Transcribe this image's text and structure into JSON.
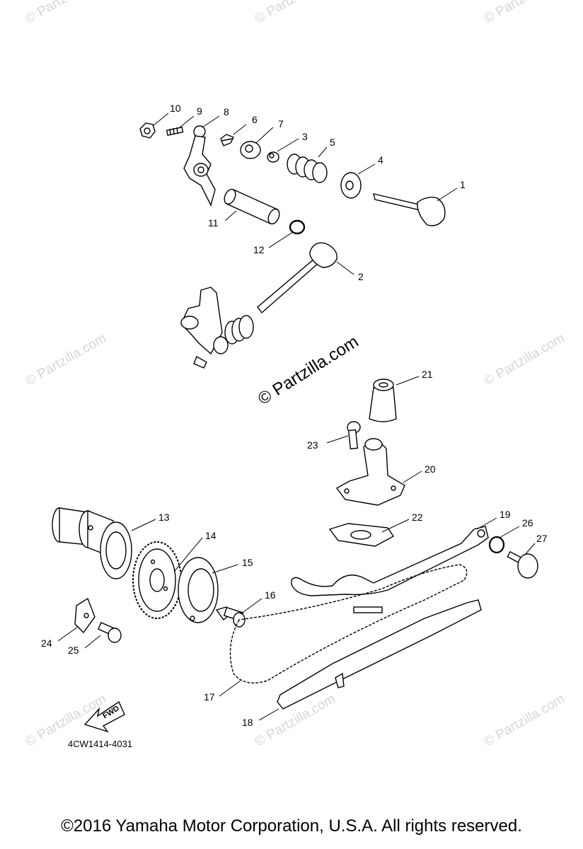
{
  "watermarks": {
    "brand": "© Partzilla.com",
    "center": "© Partzilla.com"
  },
  "callouts": [
    "1",
    "2",
    "3",
    "4",
    "5",
    "6",
    "7",
    "8",
    "9",
    "10",
    "11",
    "12",
    "13",
    "14",
    "15",
    "16",
    "17",
    "18",
    "19",
    "20",
    "21",
    "22",
    "23",
    "24",
    "25",
    "26",
    "27"
  ],
  "fwd_arrow_label": "FWD",
  "diagram_code": "4CW1414-4031",
  "copyright": "©2016  Yamaha Motor Corporation, U.S.A. All rights reserved."
}
